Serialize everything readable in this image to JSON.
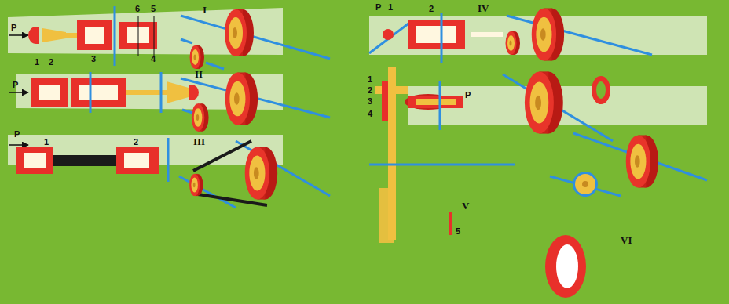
{
  "diagram": {
    "labels": [
      "I",
      "P",
      "1",
      "2",
      "3",
      "6",
      "5",
      "4",
      "II",
      "P",
      "III",
      "P",
      "1",
      "2",
      "IV",
      "P",
      "1",
      "2",
      "V",
      "1",
      "2",
      "3",
      "4",
      "P",
      "5",
      "VI"
    ]
  }
}
